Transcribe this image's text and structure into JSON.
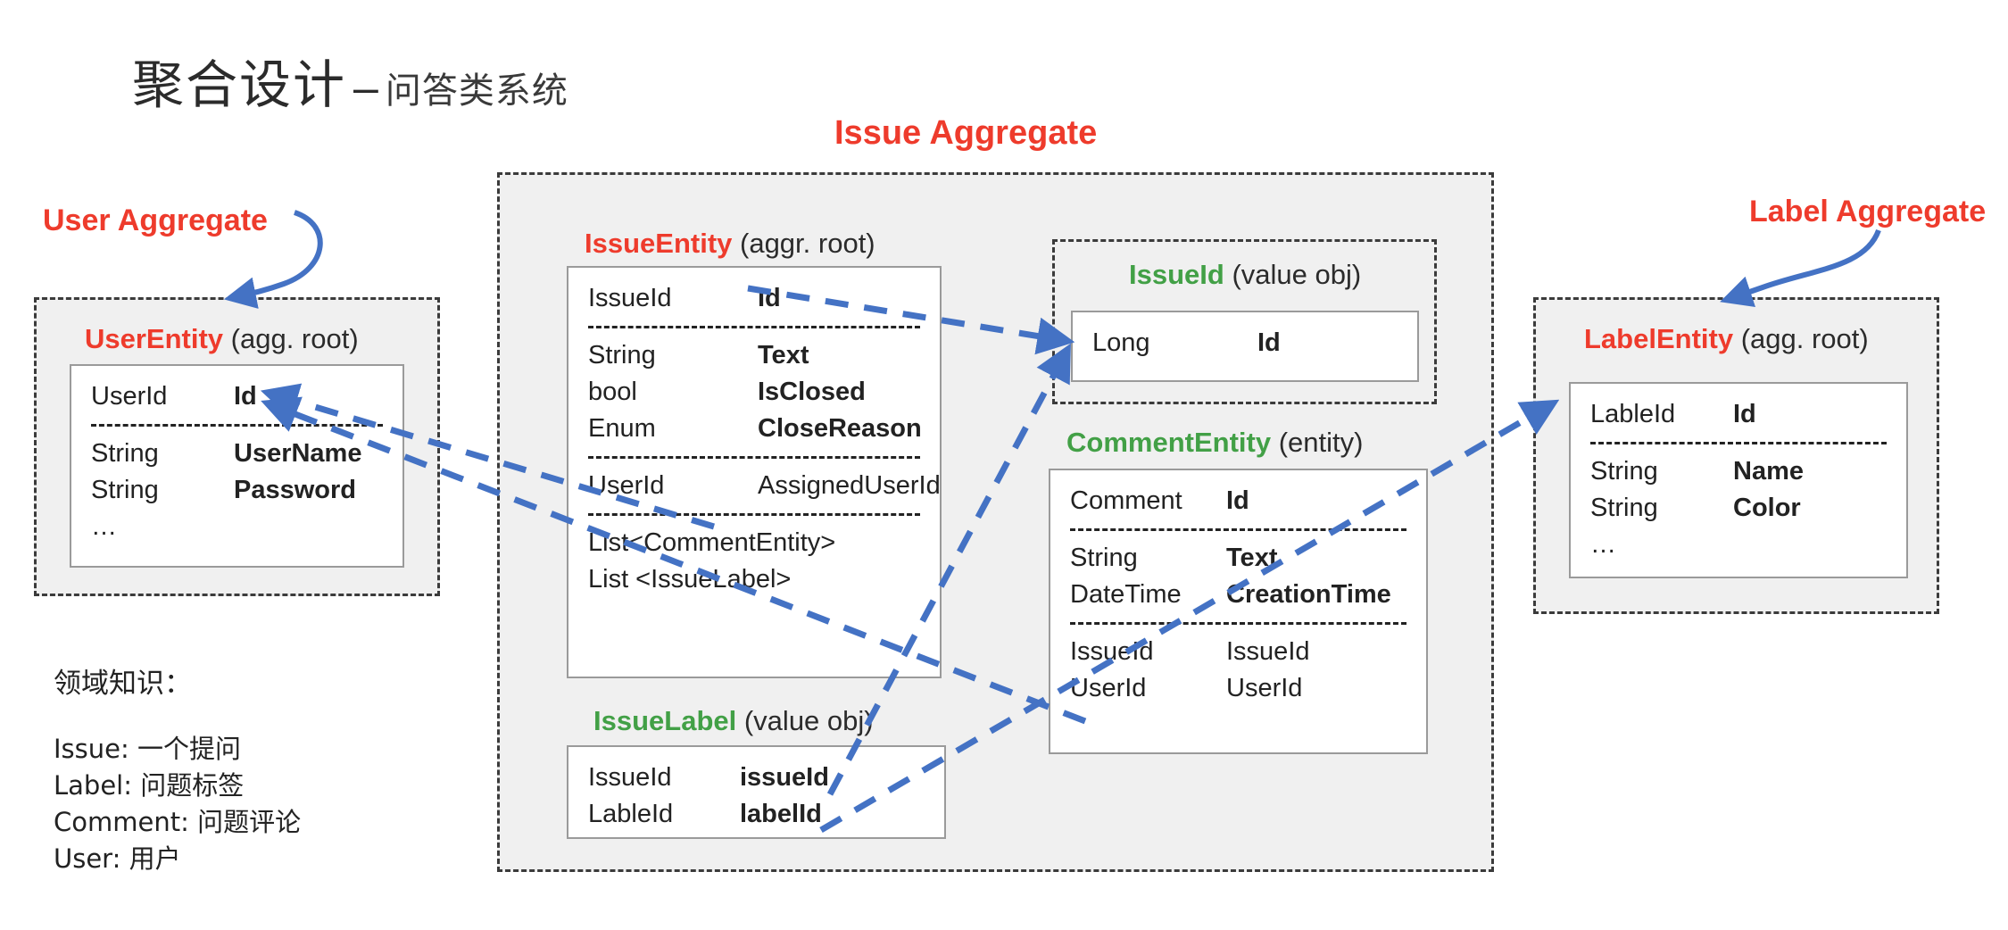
{
  "title": {
    "main": "聚合设计",
    "dash": "–",
    "sub": "问答类系统"
  },
  "colors": {
    "aggregate_red": "#ee3b2c",
    "value_object_green": "#42a046",
    "arrow_blue": "#4472c4",
    "aggregate_fill": "#f0f0f0",
    "border_gray": "#9a9a9a",
    "text_dark": "#222222"
  },
  "aggregates": {
    "user": {
      "label": "User Aggregate"
    },
    "issue": {
      "label": "Issue Aggregate"
    },
    "label": {
      "label": "Label Aggregate"
    }
  },
  "entities": {
    "user": {
      "name": "UserEntity",
      "kind": " (agg. root)",
      "rows": [
        {
          "type": "UserId",
          "name": "Id"
        },
        {
          "divider": true
        },
        {
          "type": "String",
          "name": "UserName"
        },
        {
          "type": "String",
          "name": "Password"
        },
        {
          "type": "…",
          "name": ""
        }
      ]
    },
    "label": {
      "name": "LabelEntity",
      "kind": " (agg. root)",
      "rows": [
        {
          "type": "LableId",
          "name": "Id"
        },
        {
          "divider": true
        },
        {
          "type": "String",
          "name": "Name"
        },
        {
          "type": "String",
          "name": "Color"
        },
        {
          "type": "…",
          "name": ""
        }
      ]
    },
    "issue": {
      "name": "IssueEntity",
      "kind": " (aggr. root)",
      "rows": [
        {
          "type": "IssueId",
          "name": "Id"
        },
        {
          "divider": true
        },
        {
          "type": "String",
          "name": "Text"
        },
        {
          "type": "bool",
          "name": "IsClosed"
        },
        {
          "type": "Enum",
          "name": "CloseReason"
        },
        {
          "divider": true
        },
        {
          "type": "UserId",
          "name": "AssignedUserId",
          "plain": true
        },
        {
          "divider": true
        },
        {
          "type": "List<CommentEntity>",
          "name": "",
          "plain": true
        },
        {
          "type": "List <IssueLabel>",
          "name": "",
          "plain": true
        }
      ]
    },
    "issueid": {
      "name": "IssueId",
      "kind": " (value obj)",
      "rows": [
        {
          "type": "Long",
          "name": "Id"
        }
      ]
    },
    "comment": {
      "name": "CommentEntity",
      "kind": " (entity)",
      "rows": [
        {
          "type": "Comment",
          "name": "Id"
        },
        {
          "divider": true
        },
        {
          "type": "String",
          "name": "Text"
        },
        {
          "type": "DateTime",
          "name": "CreationTime"
        },
        {
          "divider": true
        },
        {
          "type": "IssueId",
          "name": "IssueId",
          "plain": true
        },
        {
          "type": "UserId",
          "name": "UserId",
          "plain": true
        }
      ]
    },
    "issuelabel": {
      "name": "IssueLabel",
      "kind": " (value obj)",
      "rows": [
        {
          "type": "IssueId",
          "name": "issueId"
        },
        {
          "type": "LableId",
          "name": "labelId"
        }
      ]
    }
  },
  "domain_note": {
    "title": "领域知识：",
    "lines": [
      "Issue: 一个提问",
      "Label: 问题标签",
      "Comment: 问题评论",
      "User: 用户"
    ]
  },
  "arrows": [
    {
      "name": "user-aggregate-pointer",
      "from": "User Aggregate label",
      "to": "User Aggregate box"
    },
    {
      "name": "label-aggregate-pointer",
      "from": "Label Aggregate label",
      "to": "Label Aggregate box"
    },
    {
      "name": "issueentity-id-to-issueid-vo",
      "from": "IssueEntity.Id",
      "to": "IssueId value obj"
    },
    {
      "name": "issuelabel-issueid-to-issueid-vo",
      "from": "IssueLabel.issueId",
      "to": "IssueId value obj"
    },
    {
      "name": "issueentity-assigneduserid-to-userentity",
      "from": "IssueEntity.AssignedUserId",
      "to": "UserEntity.Id"
    },
    {
      "name": "comment-userid-to-userentity",
      "from": "CommentEntity.UserId",
      "to": "UserEntity.Id"
    },
    {
      "name": "issuelabel-labelid-to-labelentity",
      "from": "IssueLabel.labelId",
      "to": "LabelEntity.Id"
    }
  ]
}
